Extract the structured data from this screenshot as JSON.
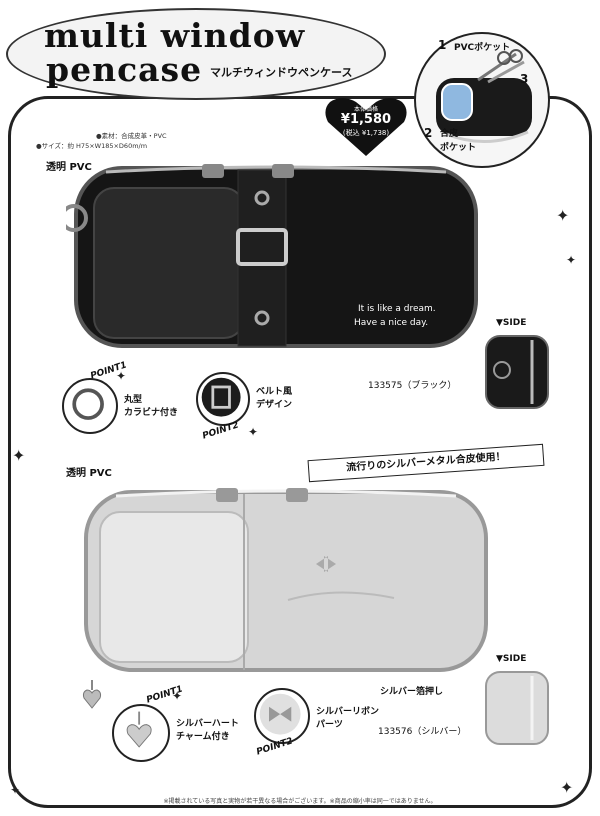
{
  "title": {
    "line1": "multi window",
    "line2": "pencase",
    "subtitle_jp": "マルチウィンドウペンケース"
  },
  "price": {
    "label": "本体価格",
    "value": "¥1,580",
    "tax_included": "(税込 ¥1,738)"
  },
  "pockets": {
    "p1_num": "1",
    "p1_label": "PVCポケット",
    "p2_num": "2",
    "p2_label_line1": "合皮",
    "p2_label_line2": "ポケット",
    "p3_num": "3"
  },
  "specs": {
    "material": "●素材：合成皮革・PVC",
    "size": "●サイズ：約 H75×W185×D60m/m"
  },
  "black_variant": {
    "clear_label": "透明 PVC",
    "print_line1": "It is like a dream.",
    "print_line2": "Have a nice day.",
    "side_label": "▼SIDE",
    "product_code": "133575（ブラック）",
    "point1_tag": "POINT1",
    "point1_line1": "丸型",
    "point1_line2": "カラビナ付き",
    "point2_tag": "POINT2",
    "point2_line1": "ベルト風",
    "point2_line2": "デザイン"
  },
  "banner_text": "流行りのシルバーメタル合皮使用！",
  "silver_variant": {
    "clear_label": "透明 PVC",
    "foil_label": "シルバー箔押し",
    "side_label": "▼SIDE",
    "product_code": "133576（シルバー）",
    "point1_tag": "POINT1",
    "point1_line1": "シルバーハート",
    "point1_line2": "チャーム付き",
    "point2_tag": "POINT2",
    "point2_line1": "シルバーリボン",
    "point2_line2": "パーツ"
  },
  "footer_note": "※掲載されている写真と実物が若干異なる場合がございます。※商品の縮小率は同一ではありません。",
  "colors": {
    "black_case": "#161616",
    "silver_case": "#d4d4d4",
    "outline": "#222222"
  }
}
